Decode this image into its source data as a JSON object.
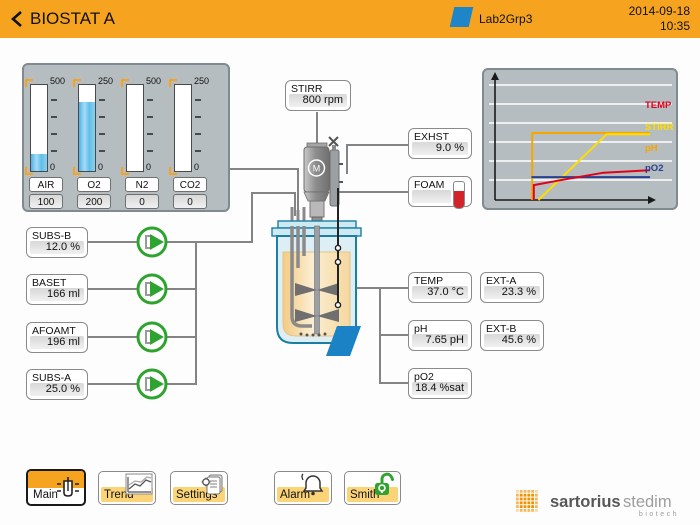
{
  "header": {
    "back_icon": "chevron-left",
    "title": "BIOSTAT A",
    "user_icon": "user-parallelogram",
    "user": "Lab2Grp3",
    "date": "2014-09-18",
    "time": "10:35"
  },
  "gas_panel": {
    "gauges": [
      {
        "label": "AIR",
        "value": "100",
        "max": "500",
        "min": "0",
        "fill_pct": 20
      },
      {
        "label": "O2",
        "value": "200",
        "max": "250",
        "min": "0",
        "fill_pct": 80
      },
      {
        "label": "N2",
        "value": "0",
        "max": "500",
        "min": "0",
        "fill_pct": 0
      },
      {
        "label": "CO2",
        "value": "0",
        "max": "250",
        "min": "0",
        "fill_pct": 0
      }
    ]
  },
  "stirrer": {
    "label": "STIRR",
    "value": "800 rpm"
  },
  "exhaust": {
    "label": "EXHST",
    "value": "9.0 %"
  },
  "foam": {
    "label": "FOAM",
    "value": "",
    "indicator": "red-level-tube"
  },
  "pumps": [
    {
      "label": "SUBS-B",
      "value": "12.0 %"
    },
    {
      "label": "BASET",
      "value": "166 ml"
    },
    {
      "label": "AFOAMT",
      "value": "196 ml"
    },
    {
      "label": "SUBS-A",
      "value": "25.0 %"
    }
  ],
  "process_values": [
    {
      "label": "TEMP",
      "value": "37.0 °C"
    },
    {
      "label": "pH",
      "value": "7.65 pH"
    },
    {
      "label": "pO2",
      "value": "18.4 %sat"
    }
  ],
  "external_values": [
    {
      "label": "EXT-A",
      "value": "23.3 %"
    },
    {
      "label": "EXT-B",
      "value": "45.6 %"
    }
  ],
  "chart_data": {
    "type": "line",
    "title": "",
    "xlabel": "",
    "ylabel": "",
    "x_range": [
      0,
      1
    ],
    "y_range": [
      0,
      1
    ],
    "grid": "horizontal",
    "legend_position": "right-inside",
    "series": [
      {
        "name": "TEMP",
        "color": "#e2001a",
        "points": [
          [
            0.25,
            0
          ],
          [
            0.25,
            0.12
          ],
          [
            0.4,
            0.155
          ],
          [
            0.7,
            0.22
          ],
          [
            1,
            0.24
          ]
        ]
      },
      {
        "name": "STIRR",
        "color": "#ffdd00",
        "points": [
          [
            0.28,
            0
          ],
          [
            0.72,
            0.53
          ],
          [
            1,
            0.53
          ]
        ]
      },
      {
        "name": "pH",
        "color": "#f7a600",
        "points": [
          [
            0.24,
            0
          ],
          [
            0.24,
            0.54
          ],
          [
            1,
            0.54
          ]
        ]
      },
      {
        "name": "pO2",
        "color": "#28418f",
        "points": [
          [
            0.235,
            0.185
          ],
          [
            1,
            0.185
          ]
        ]
      }
    ],
    "draw_order": [
      2,
      1,
      3,
      0
    ]
  },
  "vessel": {
    "motor_label": "M"
  },
  "nav": {
    "buttons": [
      {
        "label": "Main",
        "icon": "bioreactor-icon",
        "active": true
      },
      {
        "label": "Trend",
        "icon": "trend-chart-icon",
        "active": false
      },
      {
        "label": "Settings",
        "icon": "settings-document-icon",
        "active": false
      },
      {
        "label": "Alarm",
        "icon": "bell-icon",
        "active": false
      },
      {
        "label": "Smith",
        "icon": "unlocked-padlock-icon",
        "active": false
      }
    ]
  },
  "logo": {
    "brand1": "sartorius",
    "brand2": "stedim",
    "sub": "biotech"
  },
  "colors": {
    "accent_orange": "#f6a41f",
    "panel_gray": "#b5bdc1",
    "pump_green": "#2fa32f",
    "foam_red": "#d2232a",
    "heater_blue": "#1b82c5",
    "user_icon_blue": "#1e86c8",
    "connector_gray": "#848484",
    "liquid_amber": "#f3cb84"
  }
}
